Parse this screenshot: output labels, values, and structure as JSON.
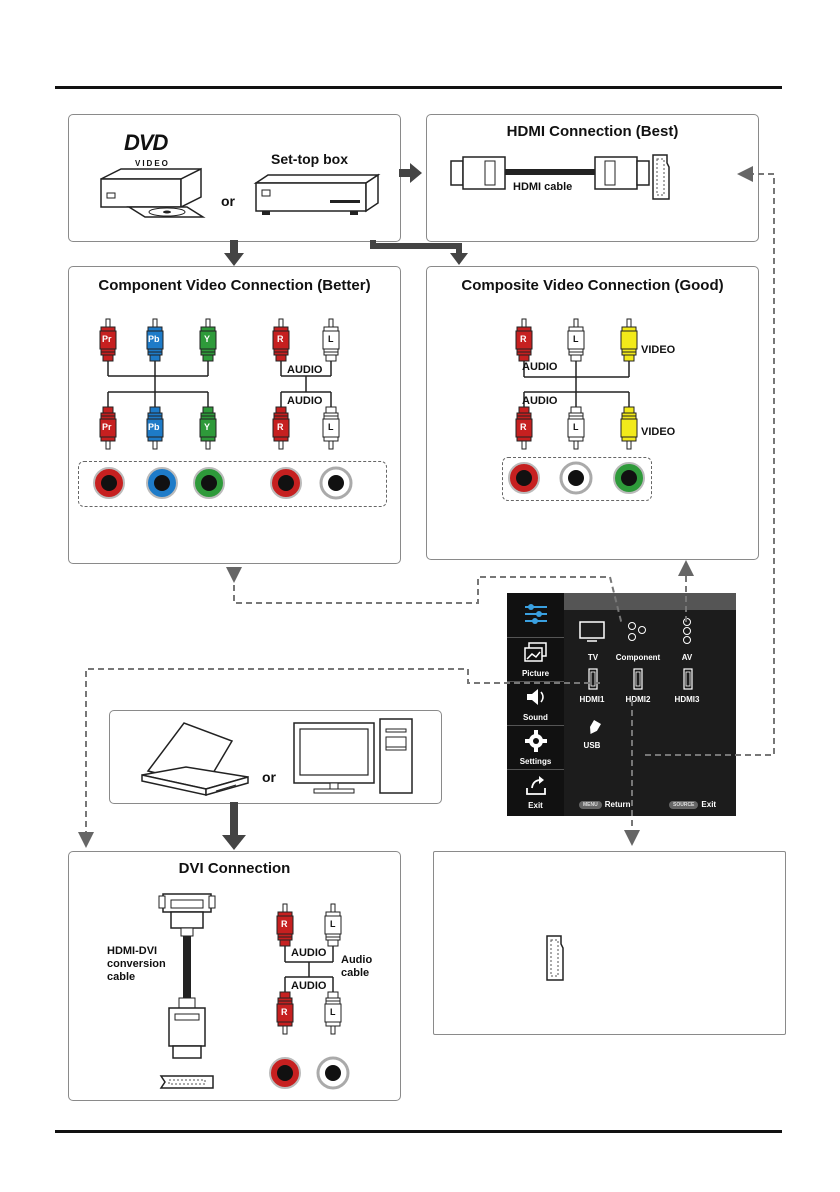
{
  "sources": {
    "dvd_logo": "DVD",
    "dvd_video": "VIDEO",
    "or": "or",
    "settop": "Set-top box"
  },
  "hdmi": {
    "title": "HDMI Connection (Best)",
    "cable": "HDMI cable"
  },
  "component": {
    "title": "Component Video Connection (Better)",
    "plugs": [
      "Pr",
      "Pb",
      "Y",
      "R",
      "L"
    ],
    "audio": "AUDIO"
  },
  "composite": {
    "title": "Composite Video Connection (Good)",
    "plugs": [
      "R",
      "L"
    ],
    "audio": "AUDIO",
    "video": "VIDEO"
  },
  "pc": {
    "or": "or"
  },
  "dvi": {
    "title": "DVI Connection",
    "cable_l1": "HDMI-DVI",
    "cable_l2": "conversion",
    "cable_l3": "cable",
    "audio": "AUDIO",
    "audio_cable_l1": "Audio",
    "audio_cable_l2": "cable",
    "plugs": [
      "R",
      "L"
    ]
  },
  "menu": {
    "side": [
      "Picture",
      "Sound",
      "Settings",
      "Exit"
    ],
    "sources": [
      "TV",
      "Component",
      "AV",
      "HDMI1",
      "HDMI2",
      "HDMI3",
      "USB"
    ],
    "footer_btn1": "MENU",
    "footer_return": "Return",
    "footer_btn2": "SOURCE",
    "footer_exit": "Exit"
  },
  "colors": {
    "red": "#c62020",
    "blue": "#1e7bc8",
    "green": "#2e9a3a",
    "yellow": "#f2ea1a",
    "white": "#ffffff",
    "dash": "#777777"
  }
}
